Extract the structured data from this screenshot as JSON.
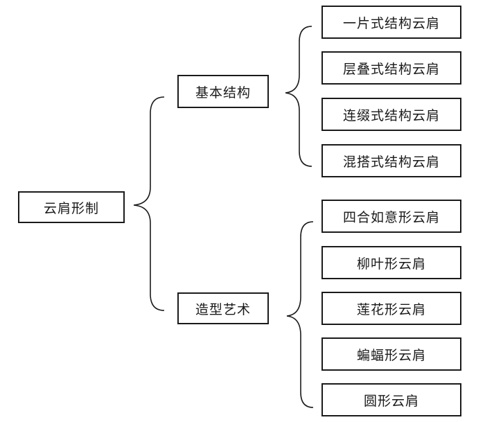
{
  "root": {
    "label": "云肩形制"
  },
  "branches": [
    {
      "label": "基本结构",
      "children": [
        "一片式结构云肩",
        "层叠式结构云肩",
        "连缀式结构云肩",
        "混搭式结构云肩"
      ]
    },
    {
      "label": "造型艺术",
      "children": [
        "四合如意形云肩",
        "柳叶形云肩",
        "莲花形云肩",
        "蝙蝠形云肩",
        "圆形云肩"
      ]
    }
  ],
  "colors": {
    "line": "#1a1a1a",
    "background": "#ffffff"
  }
}
